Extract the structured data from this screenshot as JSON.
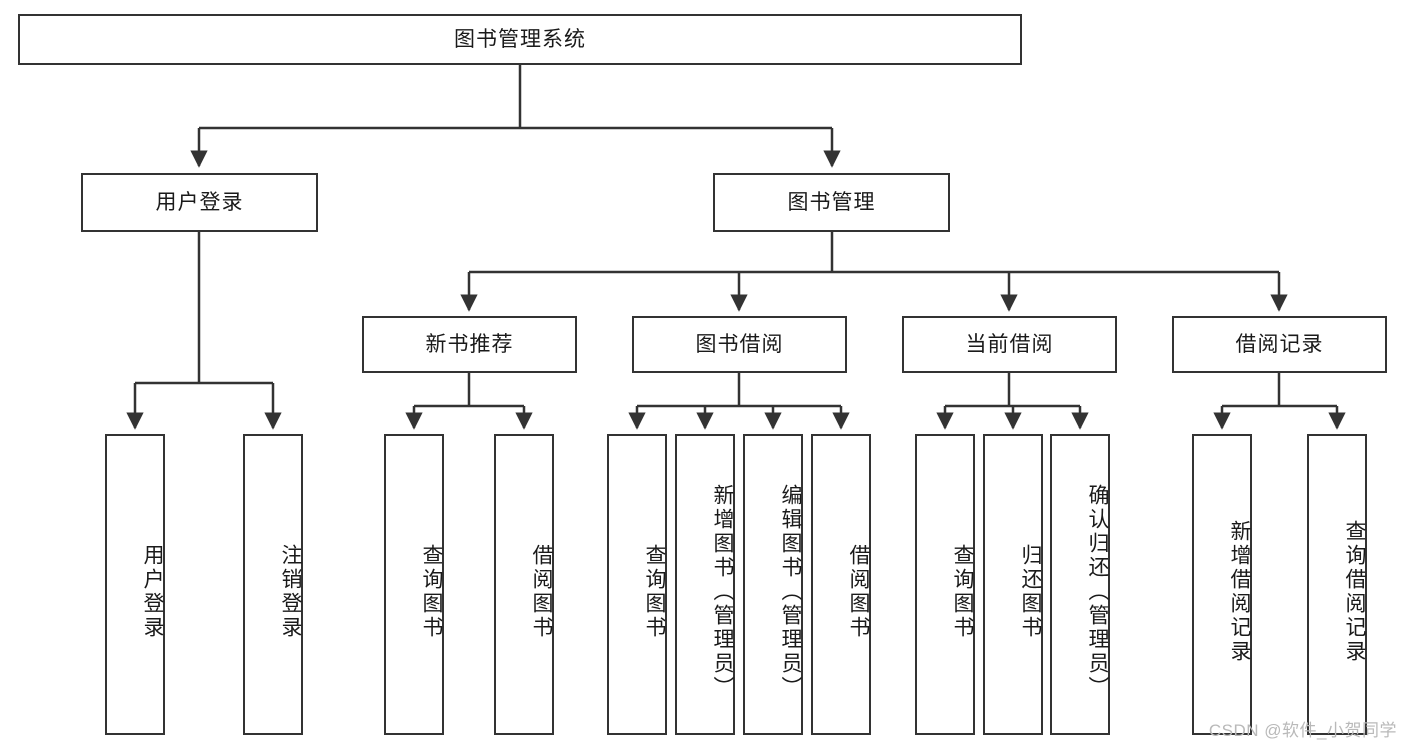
{
  "diagram": {
    "type": "tree",
    "title": "图书管理系统",
    "root": {
      "id": "root",
      "label": "图书管理系统"
    },
    "level1": [
      {
        "id": "user-login",
        "label": "用户登录"
      },
      {
        "id": "book-manage",
        "label": "图书管理"
      }
    ],
    "level2": [
      {
        "id": "new-book-rec",
        "label": "新书推荐",
        "parent": "book-manage"
      },
      {
        "id": "book-borrow",
        "label": "图书借阅",
        "parent": "book-manage"
      },
      {
        "id": "current-borrow",
        "label": "当前借阅",
        "parent": "book-manage"
      },
      {
        "id": "borrow-record",
        "label": "借阅记录",
        "parent": "book-manage"
      }
    ],
    "leaves": [
      {
        "id": "leaf-user-login",
        "label": "用户登录",
        "parent": "user-login"
      },
      {
        "id": "leaf-user-logout",
        "label": "注销登录",
        "parent": "user-login"
      },
      {
        "id": "leaf-query-book-1",
        "label": "查询图书",
        "parent": "new-book-rec"
      },
      {
        "id": "leaf-borrow-book-1",
        "label": "借阅图书",
        "parent": "new-book-rec"
      },
      {
        "id": "leaf-query-book-2",
        "label": "查询图书",
        "parent": "book-borrow"
      },
      {
        "id": "leaf-add-book",
        "label": "新增图书（管理员）",
        "parent": "book-borrow"
      },
      {
        "id": "leaf-edit-book",
        "label": "编辑图书（管理员）",
        "parent": "book-borrow"
      },
      {
        "id": "leaf-borrow-book-2",
        "label": "借阅图书",
        "parent": "book-borrow"
      },
      {
        "id": "leaf-query-book-3",
        "label": "查询图书",
        "parent": "current-borrow"
      },
      {
        "id": "leaf-return-book",
        "label": "归还图书",
        "parent": "current-borrow"
      },
      {
        "id": "leaf-confirm-return",
        "label": "确认归还（管理员）",
        "parent": "current-borrow"
      },
      {
        "id": "leaf-add-record",
        "label": "新增借阅记录",
        "parent": "borrow-record"
      },
      {
        "id": "leaf-query-record",
        "label": "查询借阅记录",
        "parent": "borrow-record"
      }
    ],
    "colors": {
      "stroke": "#333333",
      "fill": "#ffffff",
      "text": "#1a1a1a",
      "watermark": "#b9b9b9"
    }
  },
  "watermark": {
    "text": "CSDN @软件_小贺同学"
  }
}
